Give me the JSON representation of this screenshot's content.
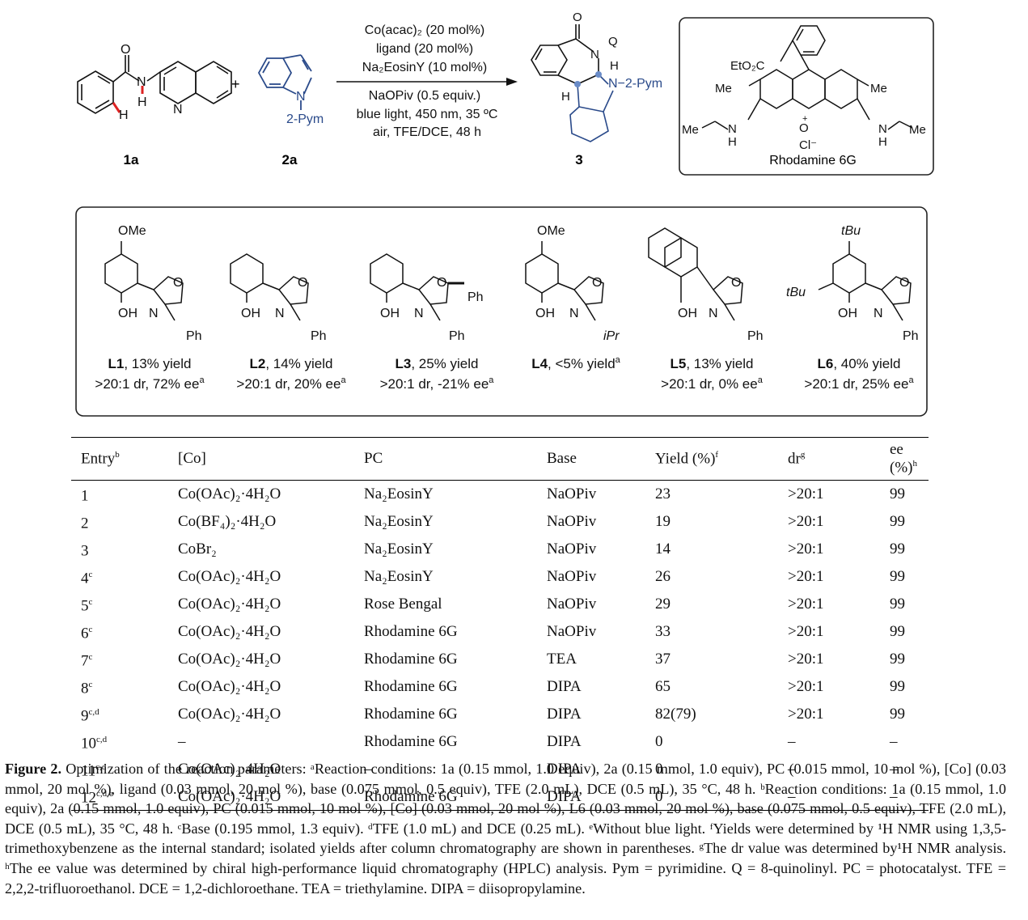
{
  "scheme": {
    "reactant1_label": "1a",
    "reactant2_label": "2a",
    "product_label": "3",
    "reactant2_substituent": "2-Pym",
    "product_substituent": "N−2-Pym",
    "product_q": "Q",
    "plus": "+",
    "conditions_above": [
      "Co(acac)₂ (20 mol%)",
      "ligand (20 mol%)",
      "Na₂EosinY (10 mol%)"
    ],
    "conditions_below": [
      "NaOPiv (0.5 equiv.)",
      "blue light, 450 nm, 35 ºC",
      "air, TFE/DCE, 48 h"
    ],
    "photocatalyst": {
      "name": "Rhodamine 6G",
      "ester": "EtO₂C",
      "me_left": "Me",
      "me_right": "Me",
      "nme_left": "Me",
      "nme_right": "Me",
      "counterion": "Cl⁻"
    }
  },
  "ligands": [
    {
      "id": "L1",
      "yield": ", 13% yield",
      "line2": ">20:1 dr, 72% ee",
      "line2_sup": "a",
      "sub_top": "OMe",
      "sub_stereo": "Ph"
    },
    {
      "id": "L2",
      "yield": ", 14% yield",
      "line2": ">20:1 dr, 20% ee",
      "line2_sup": "a",
      "sub_top": "",
      "sub_stereo": "Ph"
    },
    {
      "id": "L3",
      "yield": ", 25% yield",
      "line2": ">20:1 dr, -21% ee",
      "line2_sup": "a",
      "sub_top": "",
      "sub_stereo": "Ph",
      "sub_extra": "Ph"
    },
    {
      "id": "L4",
      "yield": ", <5% yield",
      "yield_sup": "a",
      "line2": "",
      "sub_top": "OMe",
      "sub_stereo": "iPr"
    },
    {
      "id": "L5",
      "yield": ", 13% yield",
      "line2": ">20:1 dr, 0% ee",
      "line2_sup": "a",
      "sub_top": "",
      "sub_stereo": "Ph"
    },
    {
      "id": "L6",
      "yield": ", 40% yield",
      "line2": ">20:1 dr, 25% ee",
      "line2_sup": "a",
      "sub_top": "tBu",
      "sub_side": "tBu",
      "sub_stereo": "Ph"
    }
  ],
  "table": {
    "headers": {
      "entry": "Entry",
      "entry_sup": "b",
      "co": "[Co]",
      "pc": "PC",
      "base": "Base",
      "yield": "Yield (%)",
      "yield_sup": "f",
      "dr": "dr",
      "dr_sup": "g",
      "ee": "ee (%)",
      "ee_sup": "h"
    },
    "rows": [
      {
        "entry": "1",
        "sup": "",
        "co": "Co(OAc)₂·4H₂O",
        "pc": "Na₂EosinY",
        "base": "NaOPiv",
        "yield": "23",
        "dr": ">20:1",
        "ee": "99"
      },
      {
        "entry": "2",
        "sup": "",
        "co": "Co(BF₄)₂·4H₂O",
        "pc": "Na₂EosinY",
        "base": "NaOPiv",
        "yield": "19",
        "dr": ">20:1",
        "ee": "99"
      },
      {
        "entry": "3",
        "sup": "",
        "co": "CoBr₂",
        "pc": "Na₂EosinY",
        "base": "NaOPiv",
        "yield": "14",
        "dr": ">20:1",
        "ee": "99"
      },
      {
        "entry": "4",
        "sup": "c",
        "co": "Co(OAc)₂·4H₂O",
        "pc": "Na₂EosinY",
        "base": "NaOPiv",
        "yield": "26",
        "dr": ">20:1",
        "ee": "99"
      },
      {
        "entry": "5",
        "sup": "c",
        "co": "Co(OAc)₂·4H₂O",
        "pc": "Rose Bengal",
        "base": "NaOPiv",
        "yield": "29",
        "dr": ">20:1",
        "ee": "99"
      },
      {
        "entry": "6",
        "sup": "c",
        "co": "Co(OAc)₂·4H₂O",
        "pc": "Rhodamine 6G",
        "base": "NaOPiv",
        "yield": "33",
        "dr": ">20:1",
        "ee": "99"
      },
      {
        "entry": "7",
        "sup": "c",
        "co": "Co(OAc)₂·4H₂O",
        "pc": "Rhodamine 6G",
        "base": "TEA",
        "yield": "37",
        "dr": ">20:1",
        "ee": "99"
      },
      {
        "entry": "8",
        "sup": "c",
        "co": "Co(OAc)₂·4H₂O",
        "pc": "Rhodamine 6G",
        "base": "DIPA",
        "yield": "65",
        "dr": ">20:1",
        "ee": "99"
      },
      {
        "entry": "9",
        "sup": "c,d",
        "co": "Co(OAc)₂·4H₂O",
        "pc": "Rhodamine 6G",
        "base": "DIPA",
        "yield": "82(79)",
        "dr": ">20:1",
        "ee": "99"
      },
      {
        "entry": "10",
        "sup": "c,d",
        "co": "–",
        "pc": "Rhodamine 6G",
        "base": "DIPA",
        "yield": "0",
        "dr": "–",
        "ee": "–"
      },
      {
        "entry": "11",
        "sup": "c,d",
        "co": "Co(OAc)₂·4H₂O",
        "pc": "–",
        "base": "DIPA",
        "yield": "0",
        "dr": "–",
        "ee": "–"
      },
      {
        "entry": "12",
        "sup": "c,d,e",
        "co": "Co(OAc)₂·4H₂O",
        "pc": "Rhodamine 6G",
        "base": "DIPA",
        "yield": "0",
        "dr": "–",
        "ee": "–"
      }
    ]
  },
  "caption": {
    "label": "Figure 2.",
    "text": " Optimization of the reaction parameters: ᵃReaction conditions: 1a (0.15 mmol, 1.0 equiv), 2a (0.15 mmol, 1.0 equiv), PC (0.015 mmol, 10 mol %), [Co] (0.03 mmol, 20 mol %), ligand (0.03 mmol, 20 mol %), base (0.075 mmol, 0.5 equiv), TFE (2.0 mL), DCE (0.5 mL), 35 °C, 48 h. ᵇReaction conditions: 1a (0.15 mmol, 1.0 equiv), 2a (0.15 mmol, 1.0 equiv), PC (0.015 mmol, 10 mol %), [Co] (0.03 mmol, 20 mol %), L6 (0.03 mmol, 20 mol %), base (0.075 mmol, 0.5 equiv), TFE (2.0 mL), DCE (0.5 mL), 35 °C, 48 h. ᶜBase (0.195 mmol, 1.3 equiv). ᵈTFE (1.0 mL) and DCE (0.25 mL). ᵉWithout blue light. ᶠYields were determined by ¹H NMR using 1,3,5-trimethoxybenzene as the internal standard; isolated yields after column chromatography are shown in parentheses. ᵍThe dr value was determined by¹H NMR analysis. ʰThe ee value was determined by chiral high-performance liquid chromatography (HPLC) analysis. Pym = pyrimidine. Q = 8-quinolinyl. PC = photocatalyst. TFE = 2,2,2-trifluoroethanol. DCE = 1,2-dichloroethane. TEA = triethylamine. DIPA = diisopropylamine."
  }
}
